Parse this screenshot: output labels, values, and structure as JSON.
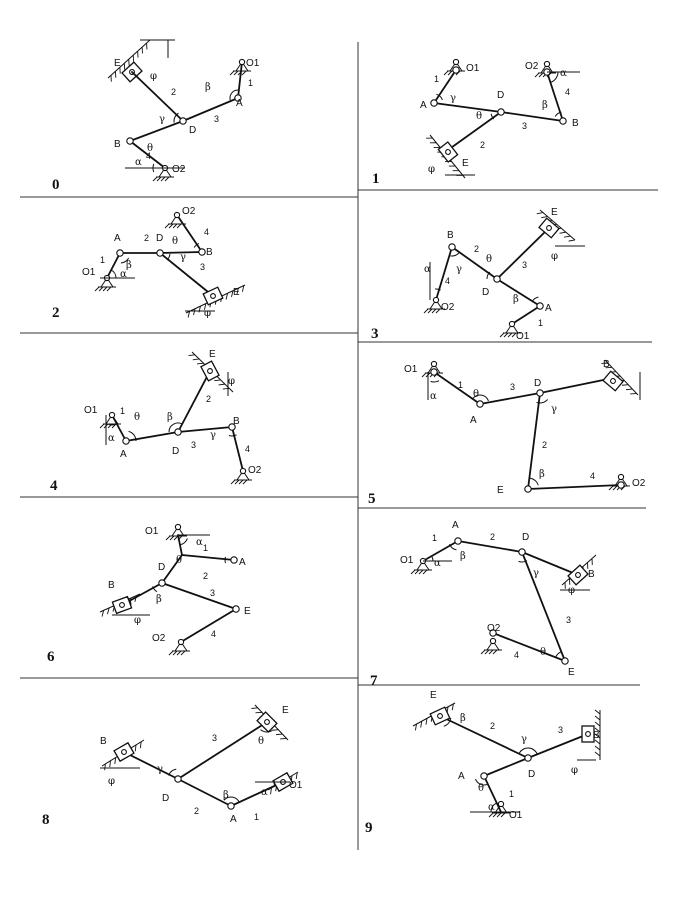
{
  "panels": [
    {
      "number": "0",
      "points": [
        "E",
        "O1",
        "A",
        "B",
        "D",
        "O2"
      ],
      "links": [
        "1",
        "2",
        "3",
        "4"
      ],
      "angles": [
        "φ",
        "β",
        "γ",
        "θ",
        "α"
      ]
    },
    {
      "number": "1",
      "points": [
        "O1",
        "O2",
        "A",
        "D",
        "B",
        "E"
      ],
      "links": [
        "1",
        "2",
        "3",
        "4"
      ],
      "angles": [
        "γ",
        "α",
        "θ",
        "β",
        "φ"
      ]
    },
    {
      "number": "2",
      "points": [
        "O2",
        "A",
        "D",
        "B",
        "O1",
        "E"
      ],
      "links": [
        "1",
        "2",
        "3",
        "4"
      ],
      "angles": [
        "θ",
        "β",
        "α",
        "γ",
        "φ"
      ]
    },
    {
      "number": "3",
      "points": [
        "E",
        "B",
        "D",
        "A",
        "O2",
        "O1"
      ],
      "links": [
        "1",
        "2",
        "3",
        "4"
      ],
      "angles": [
        "γ",
        "θ",
        "α",
        "β",
        "φ"
      ]
    },
    {
      "number": "4",
      "points": [
        "E",
        "O1",
        "B",
        "A",
        "D",
        "O2"
      ],
      "links": [
        "1",
        "2",
        "3",
        "4"
      ],
      "angles": [
        "φ",
        "θ",
        "β",
        "α",
        "γ"
      ]
    },
    {
      "number": "5",
      "points": [
        "O1",
        "D",
        "B",
        "A",
        "E",
        "O2"
      ],
      "links": [
        "1",
        "2",
        "3",
        "4"
      ],
      "angles": [
        "α",
        "θ",
        "γ",
        "β"
      ]
    },
    {
      "number": "6",
      "points": [
        "O1",
        "A",
        "D",
        "B",
        "E",
        "O2"
      ],
      "links": [
        "1",
        "2",
        "3",
        "4"
      ],
      "angles": [
        "α",
        "θ",
        "β",
        "φ"
      ]
    },
    {
      "number": "7",
      "points": [
        "A",
        "D",
        "O1",
        "B",
        "O2",
        "E"
      ],
      "links": [
        "1",
        "2",
        "3",
        "4"
      ],
      "angles": [
        "β",
        "α",
        "γ",
        "φ",
        "θ"
      ]
    },
    {
      "number": "8",
      "points": [
        "E",
        "B",
        "D",
        "A",
        "O1"
      ],
      "links": [
        "1",
        "2",
        "3"
      ],
      "angles": [
        "θ",
        "γ",
        "φ",
        "β",
        "α"
      ]
    },
    {
      "number": "9",
      "points": [
        "E",
        "B",
        "A",
        "D",
        "O1"
      ],
      "links": [
        "1",
        "2",
        "3"
      ],
      "angles": [
        "β",
        "γ",
        "φ",
        "θ",
        "α"
      ]
    }
  ]
}
